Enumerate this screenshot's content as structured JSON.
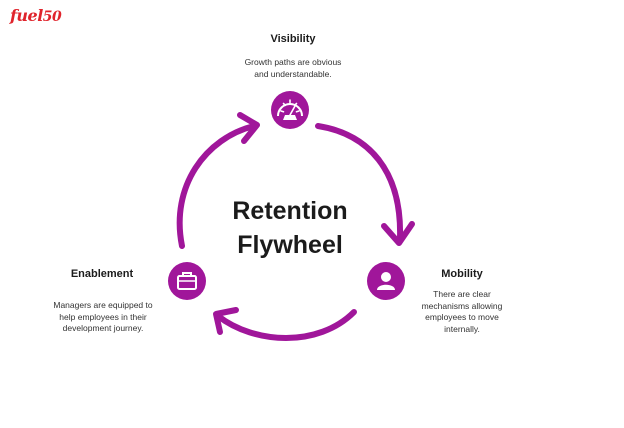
{
  "logo": {
    "text": "fuel",
    "number": "50"
  },
  "center": {
    "line1": "Retention",
    "line2": "Flywheel"
  },
  "nodes": {
    "visibility": {
      "title": "Visibility",
      "desc_line1": "Growth paths are obvious",
      "desc_line2": "and understandable.",
      "icon": "gauge-icon"
    },
    "mobility": {
      "title": "Mobility",
      "desc_line1": "There are clear",
      "desc_line2": "mechanisms allowing",
      "desc_line3": "employees  to move",
      "desc_line4": "internally.",
      "icon": "person-icon"
    },
    "enablement": {
      "title": "Enablement",
      "desc_line1": "Managers are equipped to",
      "desc_line2": "help employees in their",
      "desc_line3": "development journey.",
      "icon": "briefcase-icon"
    }
  },
  "colors": {
    "accent": "#a0169a",
    "logo": "#e0242c"
  }
}
